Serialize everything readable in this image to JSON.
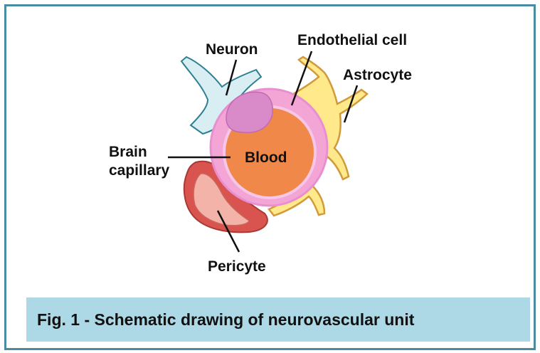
{
  "labels": {
    "neuron": "Neuron",
    "endothelial": "Endothelial cell",
    "astrocyte": "Astrocyte",
    "brain_line1": "Brain",
    "brain_line2": "capillary",
    "blood": "Blood",
    "pericyte": "Pericyte"
  },
  "caption": "Fig. 1 - Schematic drawing of neurovascular unit",
  "colors": {
    "frame_border": "#4a8ba2",
    "caption_bg": "#add8e6",
    "neuron_fill": "#d8eef2",
    "neuron_stroke": "#2e7f93",
    "capillary_ring": "#f3a6d6",
    "endothelial": "#d98ac9",
    "blood": "#f0884a",
    "astrocyte_fill": "#ffe98a",
    "astrocyte_stroke": "#d19a3a",
    "pericyte_outer": "#d9534f",
    "pericyte_inner": "#f4b3a8"
  }
}
